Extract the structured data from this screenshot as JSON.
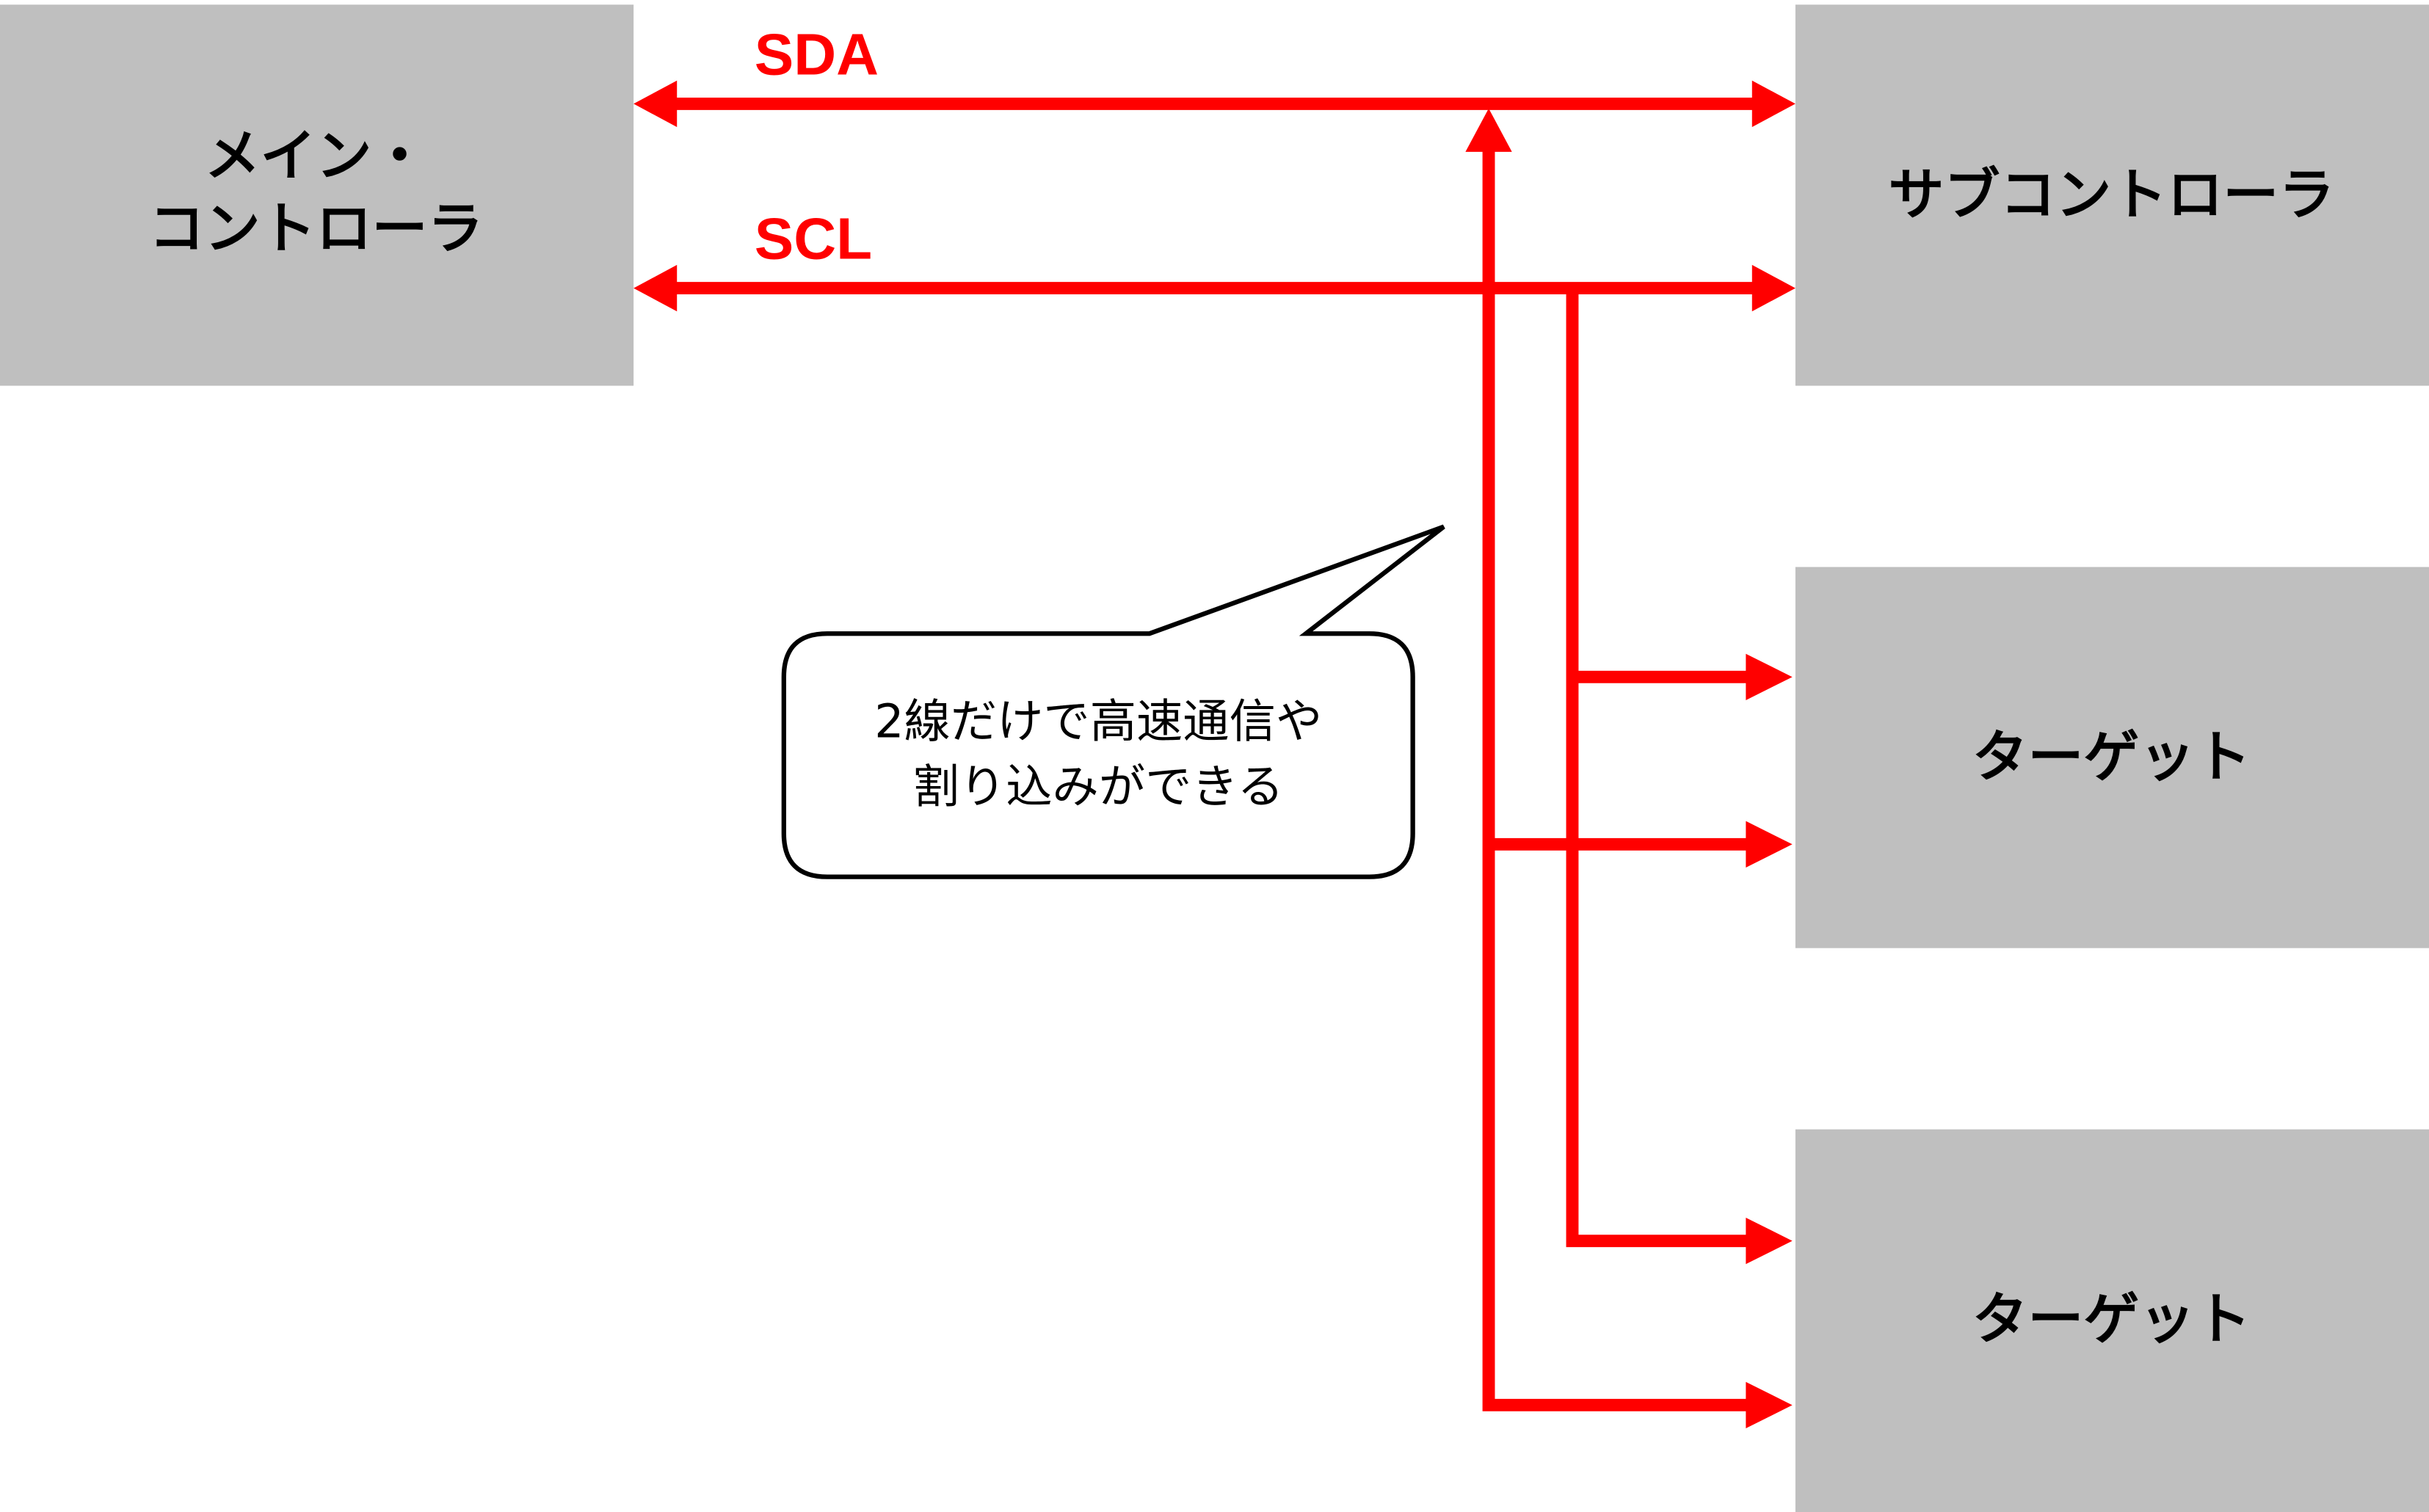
{
  "blocks": {
    "main_controller": [
      "メイン・",
      "コントローラ"
    ],
    "sub_controller": "サブコントローラ",
    "target_1": "ターゲット",
    "target_2": "ターゲット"
  },
  "signals": {
    "sda": "SDA",
    "scl": "SCL"
  },
  "callout": [
    "2線だけで高速通信や",
    "割り込みができる"
  ],
  "colors": {
    "wire": "#ff0000",
    "block": "#bfbfbf"
  }
}
